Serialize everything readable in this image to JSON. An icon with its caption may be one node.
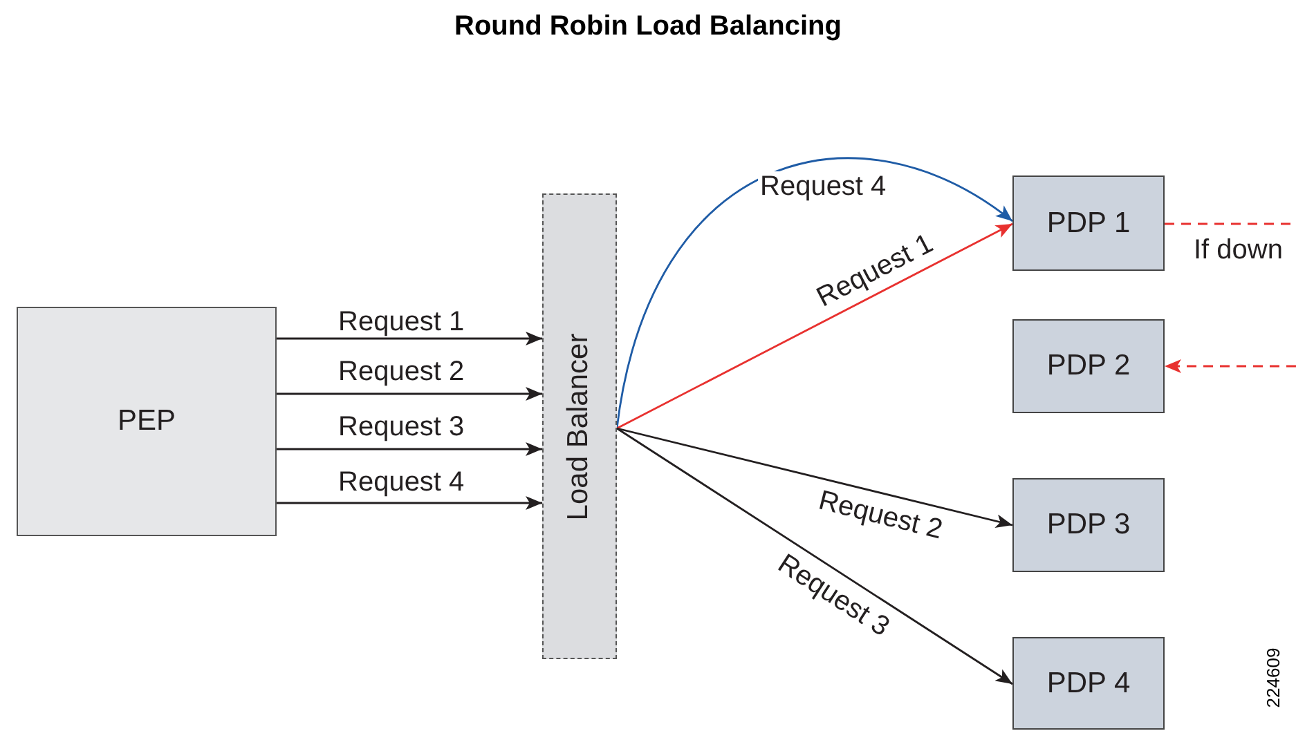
{
  "diagram": {
    "title": "Round Robin Load Balancing",
    "nodes": [
      {
        "text": [
          "PEP"
        ]
      },
      {
        "text": [
          "Load Balancer"
        ]
      },
      {
        "text": [
          "PDP 1"
        ]
      },
      {
        "text": [
          "PDP 2"
        ]
      },
      {
        "text": [
          "PDP 3"
        ]
      },
      {
        "text": [
          "PDP 4"
        ]
      }
    ],
    "edges": [
      {
        "from": 0,
        "to": 1,
        "arrow": "to",
        "label": "Request 1"
      },
      {
        "from": 0,
        "to": 1,
        "arrow": "to",
        "label": "Request 2"
      },
      {
        "from": 0,
        "to": 1,
        "arrow": "to",
        "label": "Request 3"
      },
      {
        "from": 0,
        "to": 1,
        "arrow": "to",
        "label": "Request 4"
      },
      {
        "from": 1,
        "to": 2,
        "arrow": "to",
        "label": "Request 4",
        "color": "#1f5ca6"
      },
      {
        "from": 1,
        "to": 2,
        "arrow": "to",
        "label": "Request 1",
        "color": "#e8312f"
      },
      {
        "from": 1,
        "to": 4,
        "arrow": "to",
        "label": "Request 2"
      },
      {
        "from": 1,
        "to": 5,
        "arrow": "to",
        "label": "Request 3"
      },
      {
        "from": 2,
        "to": null,
        "arrow": "none",
        "label": "If down",
        "style": "dashed",
        "color": "#e8312f"
      },
      {
        "from": null,
        "to": 3,
        "arrow": "to",
        "style": "dashed",
        "color": "#e8312f"
      }
    ],
    "labels": [
      "224609"
    ]
  }
}
